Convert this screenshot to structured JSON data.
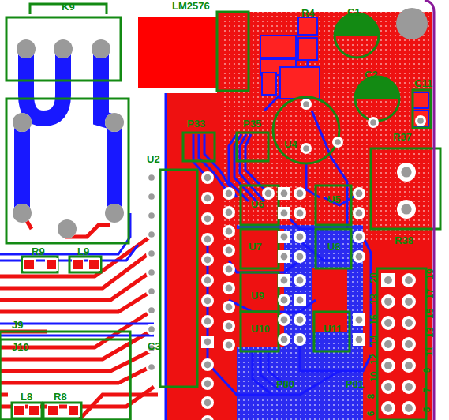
{
  "diagram": {
    "labels": [
      "K9",
      "LM2576",
      "R4",
      "C1",
      "C2",
      "C11",
      "P33",
      "P35",
      "U4",
      "R37",
      "U2",
      "R9",
      "L9",
      "J9",
      "J10",
      "C3",
      "L8",
      "R8",
      "U6",
      "U5",
      "U7",
      "U8",
      "U9",
      "U10",
      "U11",
      "P80",
      "P81",
      "R38",
      "20",
      "18",
      "16",
      "14",
      "12",
      "10",
      "8",
      "6",
      "19",
      "17",
      "15",
      "13",
      "11",
      "9",
      "7",
      "5"
    ]
  }
}
